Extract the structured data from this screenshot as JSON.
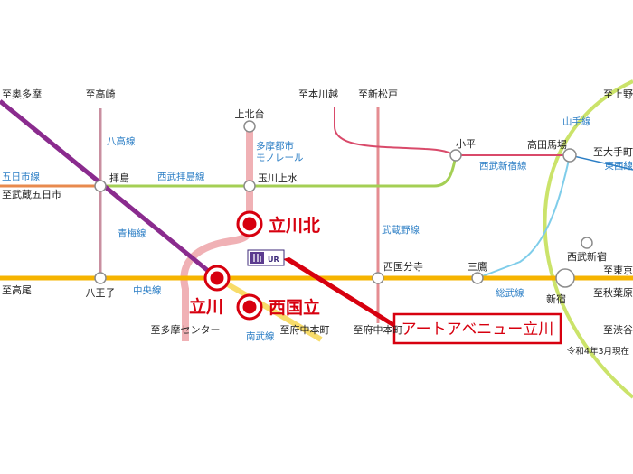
{
  "colors": {
    "chuo": "#f6b400",
    "nambu": "#f8dc6a",
    "ome": "#8a2b8e",
    "monorail": "#f0b1b5",
    "hachiko": "#c98fa0",
    "musashino": "#e58d92",
    "seibu_haijima": "#a4cf54",
    "itsukaichi": "#e88a4e",
    "seibu_shinjuku": "#d94a6a",
    "sobu": "#7fcdea",
    "yamanote": "#cbe36a",
    "line_label_blue": "#2b7ec5",
    "highlight_red": "#d7000f"
  },
  "line_labels": {
    "hachiko": "八高線",
    "itsukaichi": "五日市線",
    "seibu_haijima": "西武拝島線",
    "monorail_1": "多摩都市",
    "monorail_2": "モノレール",
    "ome": "青梅線",
    "musashino": "武蔵野線",
    "chuo": "中央線",
    "sobu": "総武線",
    "nambu": "南武線",
    "seibu_shinjuku": "西武新宿線",
    "yamanote": "山手線",
    "tozai": "東西線"
  },
  "stations": {
    "haijima": "拝島",
    "tamagawajosui": "玉川上水",
    "kamikitadai": "上北台",
    "kodaira": "小平",
    "takadanobaba": "高田馬場",
    "seibu_shinjuku": "西武新宿",
    "hachioji": "八王子",
    "kokubunji": "西国分寺",
    "mitaka": "三鷹",
    "shinjuku": "新宿"
  },
  "major_stations": {
    "tachikawa_kita": "立川北",
    "tachikawa": "立川",
    "nishikunitachi": "西国立"
  },
  "destinations": {
    "okutama": "至奥多摩",
    "takasaki": "至高崎",
    "motokawagoe": "至本川越",
    "shinmatsudo": "至新松戸",
    "ueno": "至上野",
    "otemachi": "至大手町",
    "musashi_itsukaichi": "至武蔵五日市",
    "takao": "至高尾",
    "tokyo": "至東京",
    "akihabara": "至秋葉原",
    "tama_center": "至多摩センター",
    "fuchu_nambu": "至府中本町",
    "fuchu_musashino": "至府中本町",
    "shibuya": "至渋谷"
  },
  "property": {
    "name": "アートアベニュー立川",
    "logo_text": "UR"
  },
  "note": "令和4年3月現在"
}
